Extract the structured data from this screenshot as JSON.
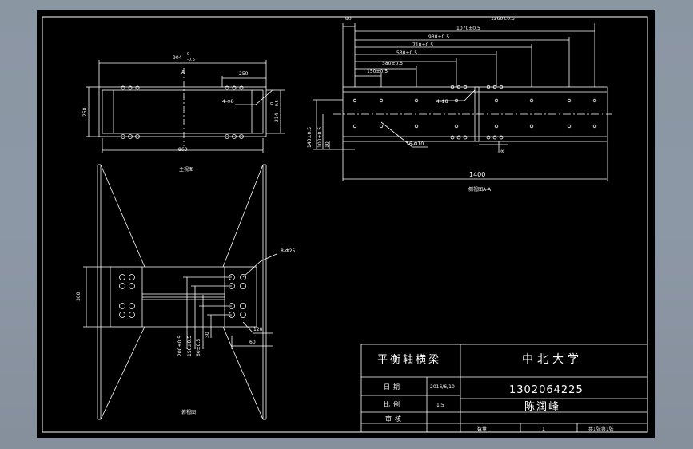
{
  "top_view": {
    "dim_width": "904",
    "dim_width_tol_up": "0",
    "dim_width_tol_down": "-0.6",
    "section_mark": "A",
    "dim_250": "250",
    "dim_258": "258",
    "dim_214": "214",
    "dim_214_tol_up": "0",
    "dim_214_tol_down": "-0.5",
    "dim_860": "860",
    "hole_label": "4-Φ8",
    "caption": "主视图"
  },
  "side_view": {
    "dims_top": [
      "1260±0.5",
      "1070±0.5",
      "930±0.5",
      "710±0.5",
      "530±0.5",
      "380±0.5",
      "150±0.5"
    ],
    "dim_first": "80",
    "dim_total": "1400",
    "hole_label_a": "4-Φ8",
    "hole_label_b": "16-Φ10",
    "left_dims": [
      "140±0.5",
      "100±0.5",
      "10"
    ],
    "right_dim": "8",
    "caption": "侧视图A-A"
  },
  "plan_view": {
    "dim_300": "300",
    "hole_label": "8-Φ25",
    "dims_vert": [
      "200±0.5",
      "150±0.5",
      "60±0.5",
      "30"
    ],
    "dim_120": "120",
    "dim_60": "60",
    "caption": "俯视图"
  },
  "title_block": {
    "part_name": "平衡轴横梁",
    "school": "中北大学",
    "date_label": "日期",
    "date_value": "2016/6/10",
    "student_id": "1302064225",
    "scale_label": "比例",
    "scale_value": "1:5",
    "author": "陈润峰",
    "review_label": "审核",
    "qty_label": "数量",
    "qty_value": "1",
    "sheet_info": "共1张第1张"
  }
}
